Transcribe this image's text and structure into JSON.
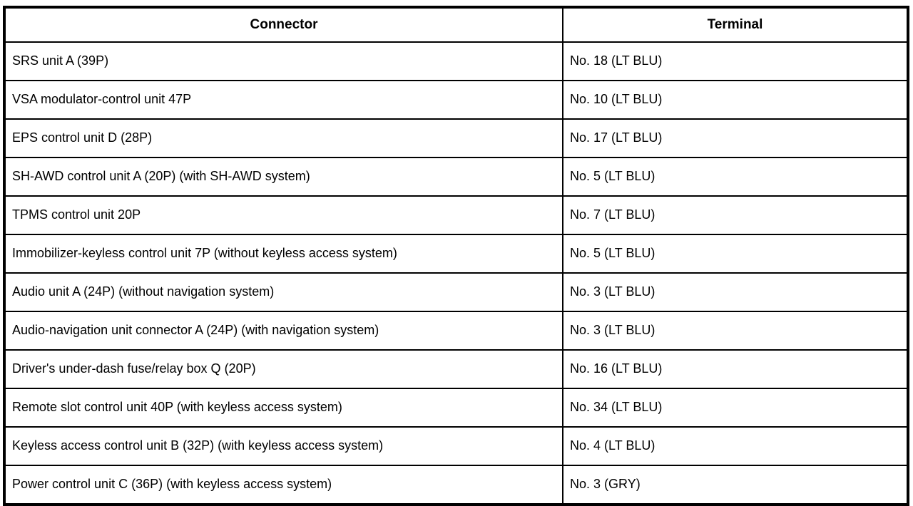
{
  "colors": {
    "border": "#000000",
    "background": "#ffffff",
    "text": "#000000"
  },
  "table": {
    "columns": [
      {
        "label": "Connector"
      },
      {
        "label": "Terminal"
      }
    ],
    "rows": [
      {
        "connector": "SRS unit A (39P)",
        "terminal": "No. 18 (LT BLU)"
      },
      {
        "connector": "VSA modulator-control unit 47P",
        "terminal": "No. 10 (LT BLU)"
      },
      {
        "connector": "EPS control unit D (28P)",
        "terminal": "No. 17 (LT BLU)"
      },
      {
        "connector": "SH-AWD control unit A (20P) (with SH-AWD system)",
        "terminal": "No. 5 (LT BLU)"
      },
      {
        "connector": "TPMS control unit 20P",
        "terminal": "No. 7 (LT BLU)"
      },
      {
        "connector": "Immobilizer-keyless control unit 7P (without keyless access system)",
        "terminal": "No. 5 (LT BLU)"
      },
      {
        "connector": "Audio unit A (24P) (without navigation system)",
        "terminal": "No. 3 (LT BLU)"
      },
      {
        "connector": "Audio-navigation unit connector A (24P) (with navigation system)",
        "terminal": "No. 3 (LT BLU)"
      },
      {
        "connector": "Driver's under-dash fuse/relay box Q (20P)",
        "terminal": "No. 16 (LT BLU)"
      },
      {
        "connector": "Remote slot control unit 40P (with keyless access system)",
        "terminal": "No. 34 (LT BLU)"
      },
      {
        "connector": "Keyless access control unit B (32P) (with keyless access system)",
        "terminal": "No. 4 (LT BLU)"
      },
      {
        "connector": "Power control unit C (36P) (with keyless access system)",
        "terminal": "No. 3 (GRY)"
      }
    ]
  }
}
